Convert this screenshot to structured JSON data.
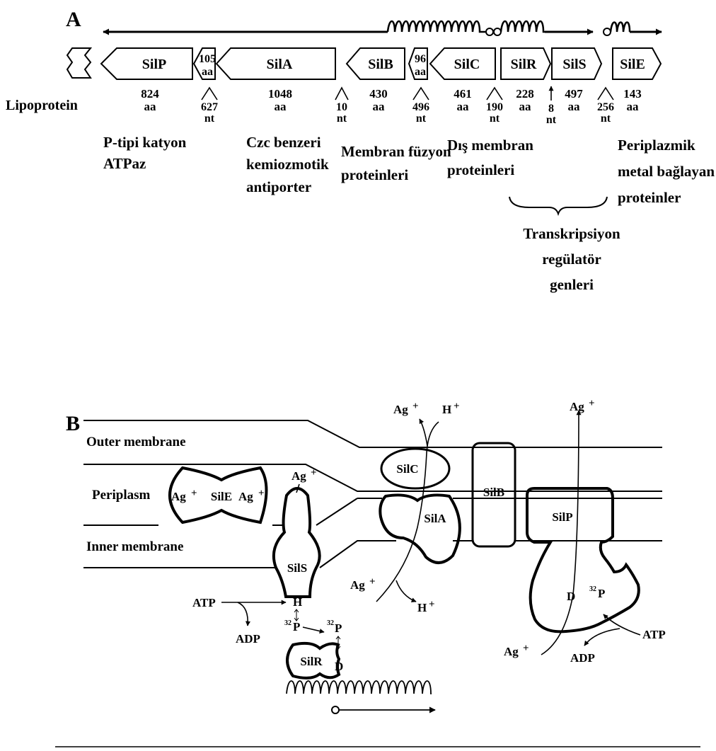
{
  "panel_a": {
    "label": "A",
    "lipoprotein": "Lipoprotein",
    "genes": {
      "silP": "SilP",
      "silA": "SilA",
      "silB": "SilB",
      "silC": "SilC",
      "silR": "SilR",
      "silS": "SilS",
      "silE": "SilE",
      "orf105": {
        "num": "105",
        "unit": "aa"
      },
      "orf96": {
        "num": "96",
        "unit": "aa"
      }
    },
    "aa_sizes": {
      "silP": {
        "num": "824",
        "unit": "aa"
      },
      "silA": {
        "num": "1048",
        "unit": "aa"
      },
      "silB": {
        "num": "430",
        "unit": "aa"
      },
      "silC": {
        "num": "461",
        "unit": "aa"
      },
      "silR": {
        "num": "228",
        "unit": "aa"
      },
      "silS": {
        "num": "497",
        "unit": "aa"
      },
      "silE": {
        "num": "143",
        "unit": "aa"
      }
    },
    "gaps": {
      "g627": {
        "num": "627",
        "unit": "nt"
      },
      "g10": {
        "num": "10",
        "unit": "nt"
      },
      "g496": {
        "num": "496",
        "unit": "nt"
      },
      "g190": {
        "num": "190",
        "unit": "nt"
      },
      "g8": {
        "num": "8",
        "unit": "nt"
      },
      "g256": {
        "num": "256",
        "unit": "nt"
      }
    },
    "descriptions": {
      "p_type": [
        "P-tipi katyon",
        "ATPaz"
      ],
      "czc": [
        "Czc benzeri",
        "kemiozmotik",
        "antiporter"
      ],
      "fusion": [
        "Membran füzyon",
        "proteinleri"
      ],
      "outer": [
        "Dış membran",
        "proteinleri"
      ],
      "periplasmic": [
        "Periplazmik",
        "metal bağlayan",
        "proteinler"
      ],
      "regulators": [
        "Transkripsiyon",
        "regülatör",
        "genleri"
      ]
    }
  },
  "panel_b": {
    "label": "B",
    "outer_membrane": "Outer membrane",
    "periplasm": "Periplasm",
    "inner_membrane": "Inner membrane",
    "proteins": {
      "silE": "SilE",
      "silS": "SilS",
      "silR": "SilR",
      "silC": "SilC",
      "silA": "SilA",
      "silB": "SilB",
      "silP": "SilP"
    },
    "ion": "Ag",
    "proton": "H",
    "plus": "+",
    "his": "H",
    "asp": "D",
    "phospho_sup": "32",
    "phospho": "P",
    "atp": "ATP",
    "adp": "ADP"
  }
}
